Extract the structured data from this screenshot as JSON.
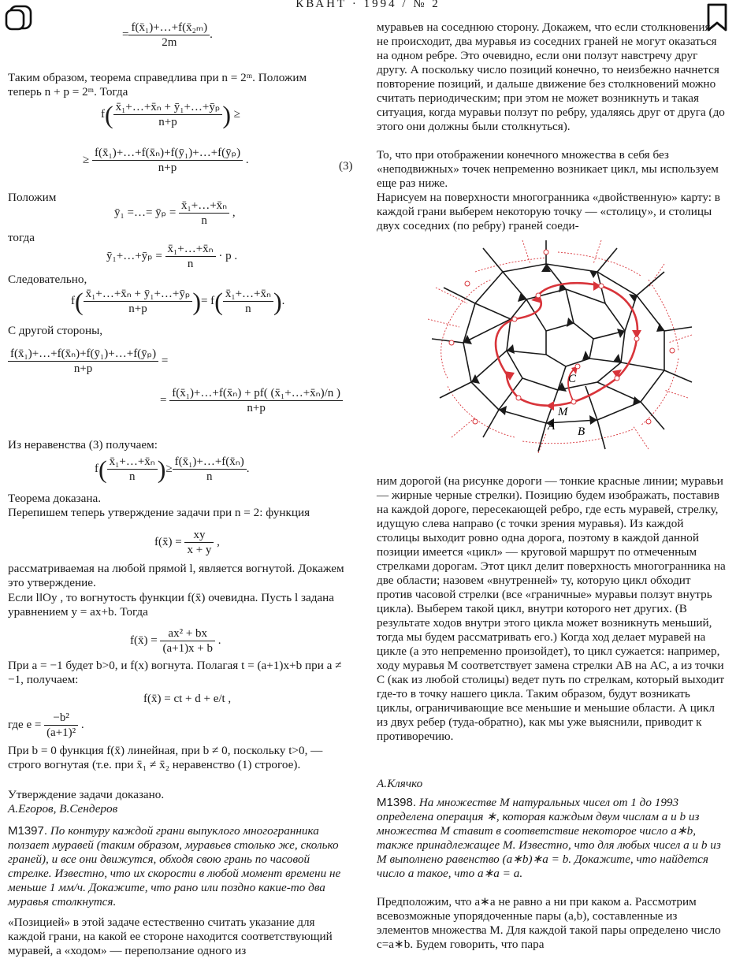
{
  "header": {
    "running_head": "КВАНТ · 1994 / № 2"
  },
  "left": {
    "f1": "=",
    "f1_num": "f(x̄₁)+…+f(x̄₂ₘ)",
    "f1_den": "2m",
    "p_thus": "Таким образом, теорема справедлива при n = 2ᵐ. Положим теперь n + p = 2ᵐ. Тогда",
    "f2_num": "x̄₁+…+x̄ₙ + ȳ₁+…+ȳₚ",
    "f2_den": "n+p",
    "f2_rel": "≥",
    "f3_rel": "≥",
    "f3_num": "f(x̄₁)+…+f(x̄ₙ)+f(ȳ₁)+…+f(ȳₚ)",
    "f3_den": "n+p",
    "f3_eqno": "(3)",
    "p_let": "Положим",
    "f4_lhs": "ȳ₁ =…= ȳₚ =",
    "f4_num": "x̄₁+…+x̄ₙ",
    "f4_den": "n",
    "p_then": "тогда",
    "f5_lhs": "ȳ₁+…+ȳₚ =",
    "f5_num": "x̄₁+…+x̄ₙ",
    "f5_den": "n",
    "f5_tail": "· p .",
    "p_hence": "Следовательно,",
    "f6_num": "x̄₁+…+x̄ₙ + ȳ₁+…+ȳₚ",
    "f6_den": "n+p",
    "f6_mid": "= f",
    "f6_num2": "x̄₁+…+x̄ₙ",
    "f6_den2": "n",
    "p_other": "С другой стороны,",
    "f7_num": "f(x̄₁)+…+f(x̄ₙ)+f(ȳ₁)+…+f(ȳₚ)",
    "f7_den": "n+p",
    "f8_num": "f(x̄₁)+…+f(x̄ₙ) + pf( (x̄₁+…+x̄ₙ)/n )",
    "f8_den": "n+p",
    "p_from": "Из неравенства (3) получаем:",
    "f9_num": "x̄₁+…+x̄ₙ",
    "f9_den": "n",
    "f9_rel": "≥",
    "f9_num2": "f(x̄₁)+…+f(x̄ₙ)",
    "f9_den2": "n",
    "p_proved": "Теорема доказана.",
    "p_rewrite": "Перепишем теперь утверждение задачи при n = 2: функция",
    "f10_lhs": "f(x̄) =",
    "f10_num": "xy",
    "f10_den": "x + y",
    "p_concave": "рассматриваемая на любой прямой l, является вогнутой. Докажем это утверждение.",
    "p_if": "Если l‖Oy , то вогнутость функции f(x̄) очевидна. Пусть l задана уравнением y = ax+b. Тогда",
    "f11_lhs": "f(x̄) =",
    "f11_num": "ax² + bx",
    "f11_den": "(a+1)x + b",
    "p_when": "При a = −1 будет b>0, и f(x) вогнута. Полагая t = (a+1)x+b при a ≠ −1, получаем:",
    "f12": "f(x̄) = ct + d + e/t ,",
    "p_where": "где e =",
    "f13_num": "−b²",
    "f13_den": "(a+1)²",
    "p_b0": "При b = 0 функция f(x̄) линейная, при b ≠ 0, поскольку t>0, — строго вогнутая (т.е. при x̄₁ ≠ x̄₂ неравенство (1) строгое).",
    "p_done": "Утверждение задачи доказано.",
    "sign1": "А.Егоров, В.Сендеров",
    "m1397_head": "М1397.",
    "m1397_text": "По контуру каждой грани выпуклого многогранника ползает муравей (таким образом, муравьев столько же, сколько граней), и все они движутся, обходя свою грань по часовой стрелке. Известно, что их скорости в любой момент времени не меньше 1 мм/ч. Докажите, что рано или поздно какие-то два муравья столкнутся.",
    "p_position": "«Позицией» в этой задаче естественно считать указание для каждой грани, на какой ее стороне находится соответствующий муравей, а «ходом» — переползание одного из"
  },
  "right": {
    "p_top": "муравьев на соседнюю сторону. Докажем, что если столкновения не происходит, два муравья из соседних граней не могут оказаться на одном ребре. Это очевидно, если они ползут навстречу друг другу. А поскольку число позиций конечно, то неизбежно начнется повторение позиций, и дальше движение без столкновений можно считать периодическим; при этом не может возникнуть и такая ситуация, когда муравьи ползут по ребру, удаляясь друг от друга (до этого они должны были столкнуться).",
    "p_map": "То, что при отображении конечного множества в себя без «неподвижных» точек непременно возникает цикл, мы используем еще раз ниже.",
    "p_dual": "Нарисуем на поверхности многогранника «двойственную» карту: в каждой грани выберем некоторую точку — «столицу», и столицы двух соседних (по ребру) граней соеди-",
    "fig_label_c": "C",
    "fig_label_m": "M",
    "fig_label_a": "A",
    "fig_label_b": "B",
    "p_road": "ним дорогой (на рисунке дороги — тонкие красные линии; муравьи — жирные черные стрелки). Позицию будем изображать, поставив на каждой дороге, пересекающей ребро, где есть муравей, стрелку, идущую слева направо (с точки зрения муравья). Из каждой столицы выходит ровно одна дорога, поэтому в каждой данной позиции имеется «цикл» — круговой маршрут по отмеченным стрелками дорогам. Этот цикл делит поверхность многогранника на две области; назовем «внутренней» ту, которую цикл обходит против часовой стрелки (все «граничные» муравьи ползут внутрь цикла). Выберем такой цикл, внутри которого нет других. (В результате ходов внутри этого цикла может возникнуть меньший, тогда мы будем рассматривать его.) Когда ход делает муравей на цикле (а это непременно произойдет), то цикл сужается: например, ходу муравья M соответствует замена стрелки AB на AC, а из точки C (как из любой столицы) ведет путь по стрелкам, который выходит где-то в точку нашего цикла. Таким образом, будут возникать циклы, ограничивающие все меньшие и меньшие области. А цикл из двух ребер (туда-обратно), как мы уже выяснили, приводит к противоречию.",
    "sign2": "А.Клячко",
    "m1398_head": "М1398.",
    "m1398_text": "На множестве M натуральных чисел от 1 до 1993 определена операция ∗, которая каждым двум числам a и b из множества M ставит в соответствие некоторое число a∗b, также принадлежащее M. Известно, что для любых чисел a и b из M выполнено равенство (a∗b)∗a = b. Докажите, что найдется число a такое, что a∗a = a.",
    "p_suppose": "Предположим, что a∗a не равно a ни при каком a. Рассмотрим всевозможные упорядоченные пары (a,b), составленные из элементов множества M. Для каждой такой пары определено число c=a∗b. Будем говорить, что пара"
  },
  "icons": {
    "back": "back-icon",
    "bookmark": "bookmark-icon"
  },
  "colors": {
    "road_red": "#d8343a",
    "ink": "#1a1a1a"
  }
}
